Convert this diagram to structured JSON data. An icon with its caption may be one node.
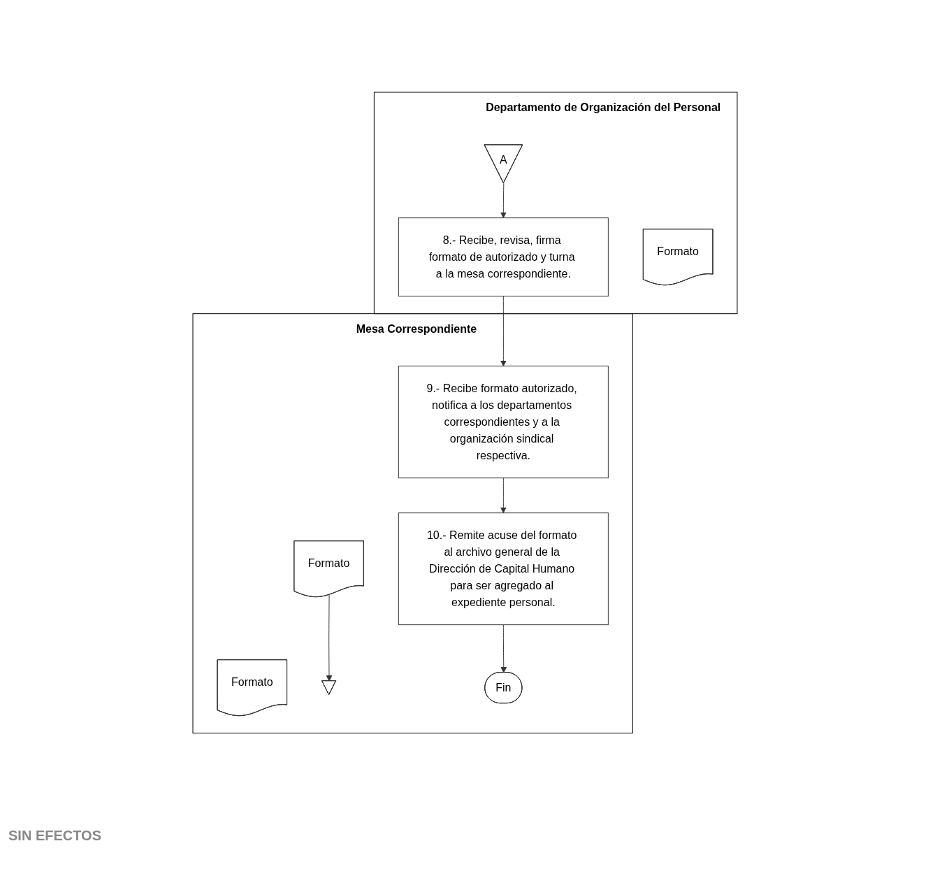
{
  "diagram": {
    "nodes": [
      {
        "text": [
          "Departamento de Organización del Personal"
        ]
      },
      {
        "text": [
          "Mesa Correspondiente"
        ]
      },
      {
        "text": [
          "A"
        ],
        "in": 0
      },
      {
        "text": [
          "8.- Recibe, revisa, firma formato de autorizado y turna a la mesa correspondiente."
        ],
        "in": 0
      },
      {
        "text": [
          "Formato"
        ],
        "in": 0
      },
      {
        "text": [
          "9.- Recibe formato autorizado, notifica a los departamentos correspondientes y a la organización sindical respectiva."
        ],
        "in": 1
      },
      {
        "text": [
          "Formato"
        ],
        "in": 1
      },
      {
        "text": [
          "10.- Remite acuse del formato al archivo general de la Dirección de Capital Humano para ser agregado al expediente personal."
        ],
        "in": 1
      },
      {
        "text": [
          "Formato"
        ],
        "in": 1
      },
      {
        "text": [],
        "shape": "triangle",
        "in": 1
      },
      {
        "text": [
          "Fin"
        ],
        "in": 1
      }
    ],
    "edges": [
      {
        "from": 2,
        "to": 3,
        "arrow": "to"
      },
      {
        "from": 3,
        "to": 5,
        "arrow": "to"
      },
      {
        "from": 5,
        "to": 7,
        "arrow": "to"
      },
      {
        "from": 7,
        "to": 10,
        "arrow": "to"
      },
      {
        "from": 8,
        "to": 9,
        "arrow": "to"
      }
    ],
    "labels": [
      "SIN EFECTOS"
    ]
  }
}
